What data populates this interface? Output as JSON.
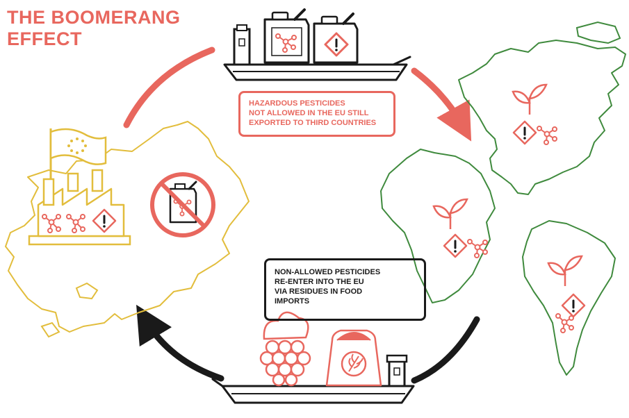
{
  "title": {
    "line1": "THE BOOMERANG",
    "line2": "EFFECT"
  },
  "export_box": {
    "lines": [
      "HAZARDOUS PESTICIDES",
      "NOT ALLOWED IN THE EU STILL",
      "EXPORTED TO THIRD COUNTRIES"
    ]
  },
  "import_box": {
    "lines": [
      "NON-ALLOWED PESTICIDES",
      "RE-ENTER INTO THE EU",
      "VIA RESIDUES IN FOOD",
      "IMPORTS"
    ]
  },
  "colors": {
    "accent": "#e8675e",
    "dark": "#1a1a1a",
    "eu": "#e2bd3c",
    "world": "#3f8a3d"
  }
}
